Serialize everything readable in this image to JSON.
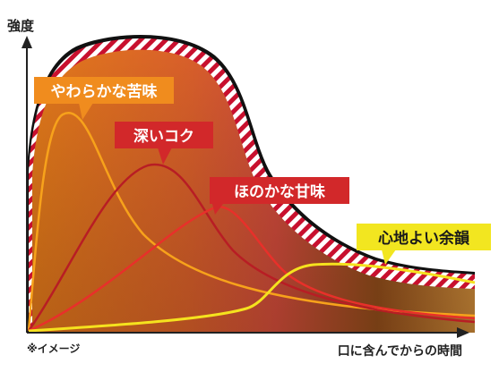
{
  "y_axis_label": "強度",
  "x_axis_label": "口に含んでからの時間",
  "note": "※イメージ",
  "labels": [
    {
      "id": "soft-bitterness",
      "text": "やわらかな苦味",
      "box_color": "#f08c1e",
      "text_color": "#ffffff"
    },
    {
      "id": "deep-richness",
      "text": "深いコク",
      "box_color": "#d2282a",
      "text_color": "#ffffff"
    },
    {
      "id": "faint-sweetness",
      "text": "ほのかな甘味",
      "box_color": "#d2282a",
      "text_color": "#ffffff"
    },
    {
      "id": "pleasant-aftertaste",
      "text": "心地よい余韻",
      "box_color": "#f2e620",
      "text_color": "#1a1a1a"
    }
  ],
  "colors": {
    "envelope_stripe_red": "#c8102e",
    "curve_bitterness": "#f7a21b",
    "curve_richness": "#b81d24",
    "curve_sweetness": "#e8302a",
    "curve_aftertaste": "#f5e21e"
  }
}
